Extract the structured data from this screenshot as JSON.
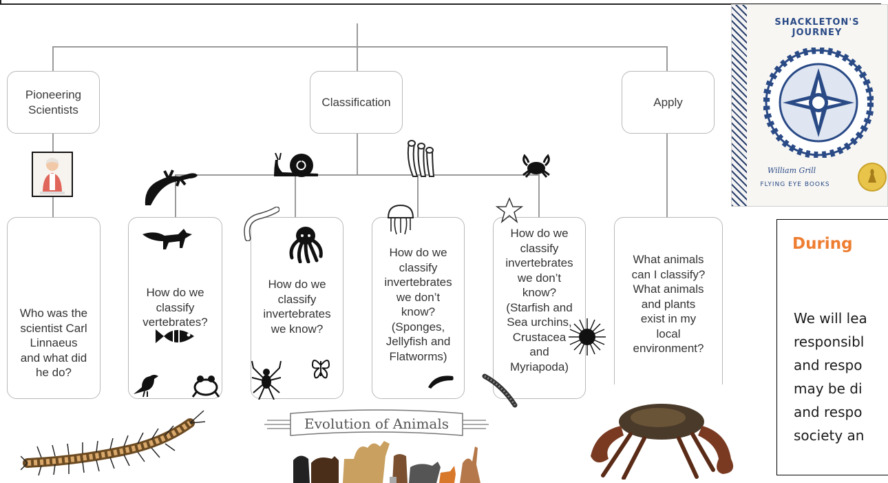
{
  "top_boxes": {
    "pioneering": "Pioneering\nScientists",
    "classification": "Classification",
    "apply": "Apply"
  },
  "questions": {
    "q1": "Who was the\nscientist Carl\nLinnaeus\nand what did\nhe do?",
    "q2": "How do we\nclassify\nvertebrates?",
    "q3": "How do we\nclassify\ninvertebrates\nwe know?",
    "q4": "How do we\nclassify\ninvertebrates\nwe don’t\nknow?\n(Sponges,\nJellyfish and\nFlatworms)",
    "q5": "How do we\nclassify\ninvertebrates\nwe don’t\nknow?\n(Starfish and\nSea urchins,\nCrustacea\nand\nMyriapoda)",
    "q6": "What animals\ncan I classify?\nWhat animals\nand plants\nexist in my\nlocal\nenvironment?"
  },
  "book": {
    "title": "SHACKLETON'S\nJOURNEY",
    "author": "William Grill",
    "publisher": "FLYING EYE BOOKS"
  },
  "info_panel": {
    "heading": "During",
    "lines": [
      "We will lea",
      "responsibl",
      "and respo",
      "may be di",
      "and respo",
      "society an"
    ]
  },
  "evolution_banner": {
    "title": "Evolution of Animals"
  },
  "colors": {
    "accent_orange": "#ee7d31",
    "book_blue": "#2a4a86",
    "line_gray": "#9a9a9a"
  }
}
